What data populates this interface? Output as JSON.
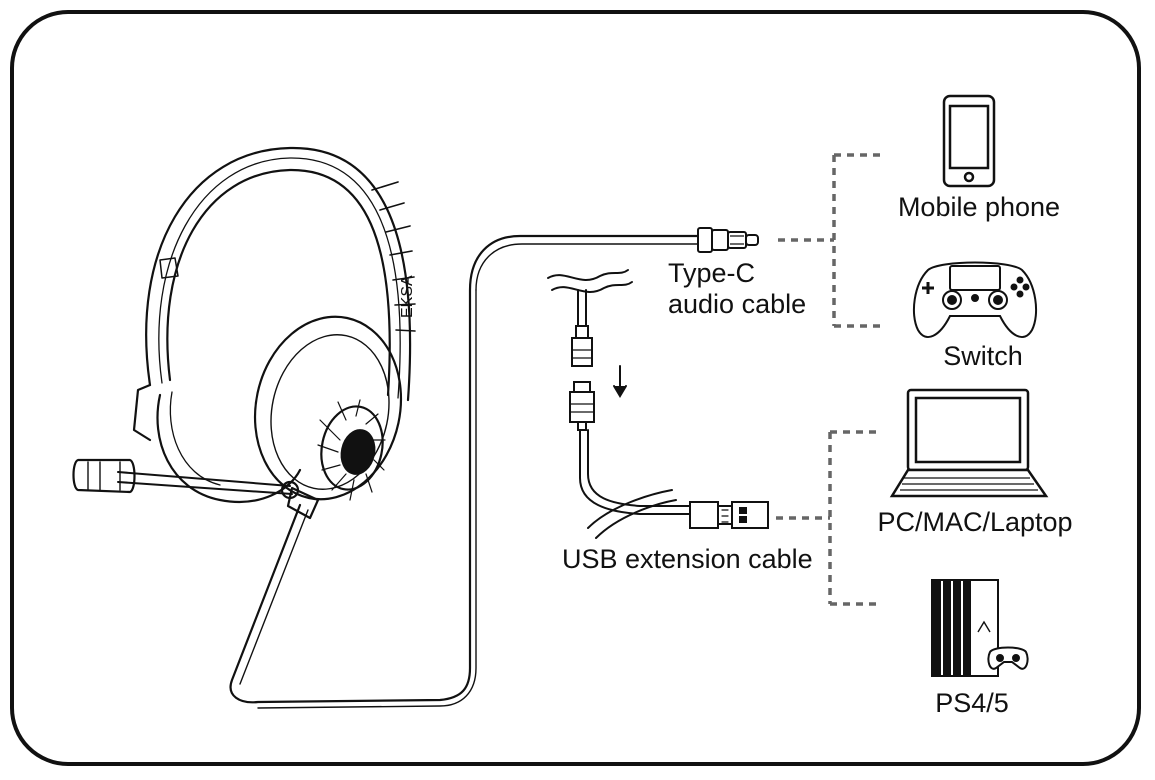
{
  "diagram": {
    "labels": {
      "type_c_line1": "Type-C",
      "type_c_line2": "audio cable",
      "usb_cable": "USB extension cable",
      "mobile_phone": "Mobile phone",
      "switch": "Switch",
      "pc": "PC/MAC/Laptop",
      "ps": "PS4/5"
    },
    "headset_brand_mark": "EKSA",
    "icons": [
      "headset-icon",
      "type-c-plug-icon",
      "usb-a-plug-icon",
      "phone-icon",
      "gamepad-icon",
      "laptop-icon",
      "console-icon"
    ],
    "colors": {
      "line": "#111111",
      "dashed_line": "#666666",
      "background": "#ffffff"
    }
  }
}
